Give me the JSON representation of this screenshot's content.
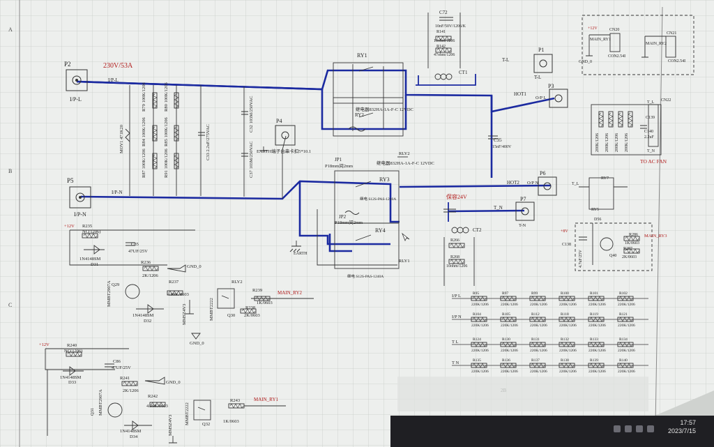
{
  "sheet": {
    "row_markers": [
      "A",
      "B",
      "C"
    ],
    "col_marker_bottom": "2B"
  },
  "power": {
    "rating": "230V/53A",
    "p2_ref": "P2",
    "p2_net": "I/P-L",
    "p2_label": "I/P-L",
    "p5_ref": "P5",
    "p5_net": "I/P-N",
    "p5_label": "I/P-N",
    "p4_ref": "P4",
    "earth_note": "EARTH端子台串卡扣5*10.1",
    "p1_ref": "P1",
    "p1_net": "T-L",
    "p1_label": "T-L",
    "p3_ref": "P3",
    "p3_net": "HOT1",
    "p3_label": "O/P L",
    "p6_ref": "P6",
    "p6_net": "HOT2",
    "p6_label": "O/P N",
    "p7_ref": "P7",
    "p7_net": "T_N",
    "p7_label": "T-N"
  },
  "resistor_bank": {
    "labels": [
      "R79 100K/1206",
      "R80 100K/1206",
      "R84 100K/1206",
      "R85 100K/1206",
      "R87 100K/1206",
      "R91 100K/1206",
      "MOV1 471K20",
      "C32 103M/250VAC",
      "C33 2.2uF/275VAC",
      "C37 103M/250VAC"
    ]
  },
  "relays": {
    "ry1": "RY1",
    "ry1_part": "继电器832HA-1A-F-C 12VDC",
    "ry2": "RY2",
    "ry2_part": "继电器832HA-1A-F-C 12VDC",
    "rly2_net": "RLY2",
    "jp1": "JP1",
    "jp1_note": "P18mm间2mm",
    "ry3": "RY3",
    "ry3_part": "继电 S12S-PAS-1240A",
    "ry4": "RY4",
    "ry4_part": "继电 S12S-PAS-1240A",
    "rly1_net": "RLY1",
    "jp2": "JP2",
    "jp2_note": "P18mm间2mm",
    "earth": "EARTH"
  },
  "snubber_top": {
    "c72": "C72",
    "c72_val": "10nF/50V/1206/K",
    "r141": "R141",
    "r141_val": "10ohm/1206",
    "r142": "R142",
    "r142_val": "47ohm/1206",
    "ct1": "CT1"
  },
  "snubber_bottom": {
    "c35": "C35",
    "c35_val": "15nF/400V",
    "note": "保容24V",
    "ct2": "CT2",
    "r266": "R266",
    "r268": "R268",
    "r268_val": "10ohm/1206"
  },
  "driver1": {
    "vcc": "+12V",
    "r235": "R235",
    "r235_val": "NC(1206)",
    "d31": "D31",
    "d31_val": "1N4148SM",
    "c85": "C85",
    "c85_val": "47UF/25V",
    "r236": "R236",
    "r236_val": "2K/1206",
    "gnd": "GND_0",
    "q29": "Q29",
    "q29_part": "MMBT2907A",
    "r237": "R237",
    "r237_val": "4.99K/0603",
    "d32": "D32",
    "d32_val": "1N4148SM",
    "zd": "MMSZ4V3",
    "rly2": "RLY2",
    "q30": "Q30",
    "q30_part": "MMBT2222",
    "r239": "R239",
    "r239_val": "1K/0603",
    "r238": "R238",
    "r238_val": "2K/0603",
    "net": "MAIN_RY2",
    "gnd2": "GND_0"
  },
  "driver2": {
    "vcc": "+12V",
    "r240": "R240",
    "r240_val": "NC(1206)",
    "d33": "D33",
    "d33_val": "1N4148SM",
    "c86": "C86",
    "c86_val": "47UF/25V",
    "r241": "R241",
    "r241_val": "2K/1206",
    "gnd": "GND_0",
    "q31": "Q31",
    "q31_part": "MMBT2907A",
    "r242": "R242",
    "r242_val": "4.99K/0603",
    "d34": "D34",
    "d34_val": "1N4148SM",
    "zd": "MMSZ4V3",
    "q32": "Q32",
    "q32_part": "MMBT2222",
    "r243": "R243",
    "r243_val": "1K/0603",
    "net": "MAIN_RY1"
  },
  "divider": {
    "rows": [
      {
        "net": "I/P L",
        "parts": [
          "R95 220K/1206",
          "R97 220K/1206",
          "R99 220K/1206",
          "R100 220K/1206",
          "R101 220K/1206",
          "R102 220K/1206"
        ]
      },
      {
        "net": "I/P N",
        "parts": [
          "R104 220K/1206",
          "R105 220K/1206",
          "R112 220K/1206",
          "R118 220K/1206",
          "R119 220K/1206",
          "R121 220K/1206"
        ]
      },
      {
        "net": "T L",
        "parts": [
          "R124 220K/1206",
          "R130 220K/1206",
          "R131 220K/1206",
          "R132 220K/1206",
          "R133 220K/1206",
          "R134 220K/1206"
        ]
      },
      {
        "net": "T N",
        "parts": [
          "R135 220K/1206",
          "R136 220K/1206",
          "R137 220K/1206",
          "R138 220K/1206",
          "R139 220K/1206",
          "R140 220K/1206"
        ]
      }
    ]
  },
  "top_right": {
    "cn20": "CN20",
    "cn20_part": "CON2.54I",
    "cn20_net": "MAIN_RY1",
    "cn21": "CN21",
    "cn21_part": "CON2.54I",
    "cn21_net": "MAIN_RY2",
    "vcc": "+12V",
    "gnd": "GND_0"
  },
  "fan": {
    "label": "TO AC FAN",
    "cn": "CN22",
    "c139": "C139",
    "c140": "C140",
    "c140_val": "2.2uF",
    "rows": [
      "200K/1206",
      "200K/1206",
      "200K/1206",
      "200K/1206"
    ],
    "tl": "T_L",
    "tn": "T_N"
  },
  "right_driver": {
    "tl": "T_L",
    "ry7": "RY7",
    "ry5": "RY5",
    "d56": "D56",
    "vcc": "+8V",
    "c138": "C138",
    "c138_val": "4.7uF/25V",
    "q40": "Q40",
    "r286": "R286",
    "r286_val": "1K/0603",
    "r287": "R287",
    "r287_val": "2K/0603",
    "net": "MAIN_RY3"
  },
  "taskbar": {
    "time": "17:57",
    "date": "2023/7/15"
  },
  "colors": {
    "paper": "#eef0ee",
    "grid": "#c9cdc9",
    "wire": "#1b2aa0",
    "label_red": "#b01818",
    "text": "#2a2a3a"
  }
}
